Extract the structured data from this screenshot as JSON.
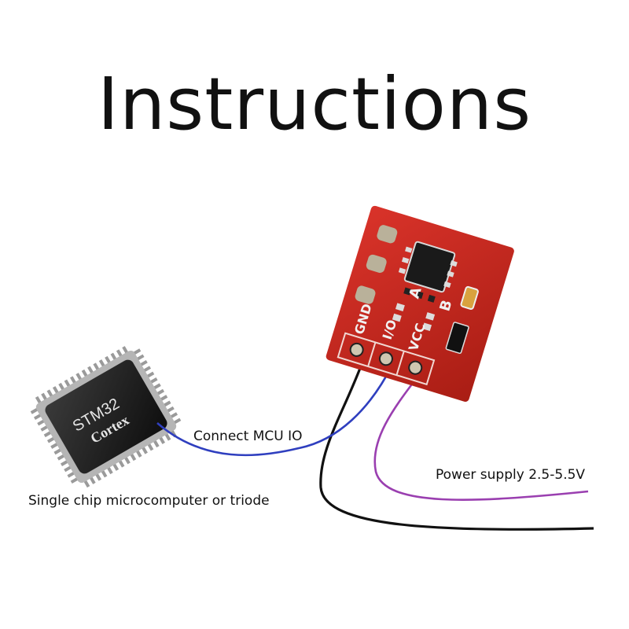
{
  "title": "Instructions",
  "chip": {
    "brand_line1": "STM32",
    "brand_line2": "Cortex"
  },
  "board": {
    "pin_labels": [
      "GND",
      "I/O",
      "VCC"
    ],
    "jumper_labels": [
      "A",
      "B"
    ]
  },
  "captions": {
    "mcu_io": "Connect MCU IO",
    "power": "Power supply 2.5-5.5V",
    "chip": "Single chip microcomputer or triode"
  },
  "colors": {
    "board": "#c8281c",
    "wire_gnd": "#111111",
    "wire_io": "#2f3fbf",
    "wire_vcc": "#9a3fb0"
  }
}
